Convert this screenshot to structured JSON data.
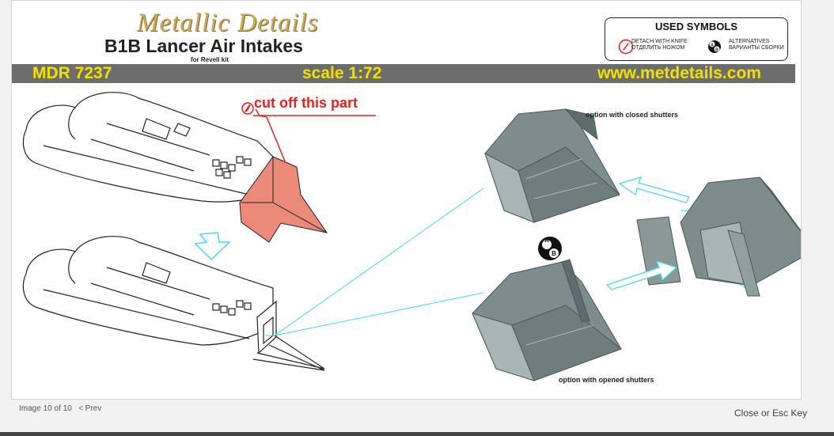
{
  "header": {
    "brand": "Metallic Details",
    "product_title": "B1B Lancer  Air Intakes",
    "for_kit": "for Revell kit"
  },
  "symbols": {
    "title": "USED SYMBOLS",
    "detach_en": "DETACH WITH KNIFE",
    "detach_ru": "ОТДЕЛИТЬ НОЖОМ",
    "alt_en": "ALTERNATIVES",
    "alt_ru": "ВАРИАНТЫ СБОРКИ"
  },
  "band": {
    "code": "MDR 7237",
    "scale": "scale 1:72",
    "website": "www.metdetails.com"
  },
  "diagram": {
    "cut_label": "cut off this part",
    "closed_caption": "option with closed shutters",
    "opened_caption": "option with opened shutters",
    "alt_a": "A",
    "alt_b": "B",
    "colors": {
      "cut_red": "#e5211c",
      "cut_fill": "#ec8a7a",
      "guide_cyan": "#3fd9f0",
      "resin_grey": "#7a8a8a",
      "band_grey": "#6d6d6d",
      "band_yellow": "#f2e100"
    }
  },
  "footer": {
    "image_counter": "Image 10 of 10",
    "prev": "< Prev",
    "close": "Close",
    "or": "or",
    "esc": "Esc Key"
  }
}
